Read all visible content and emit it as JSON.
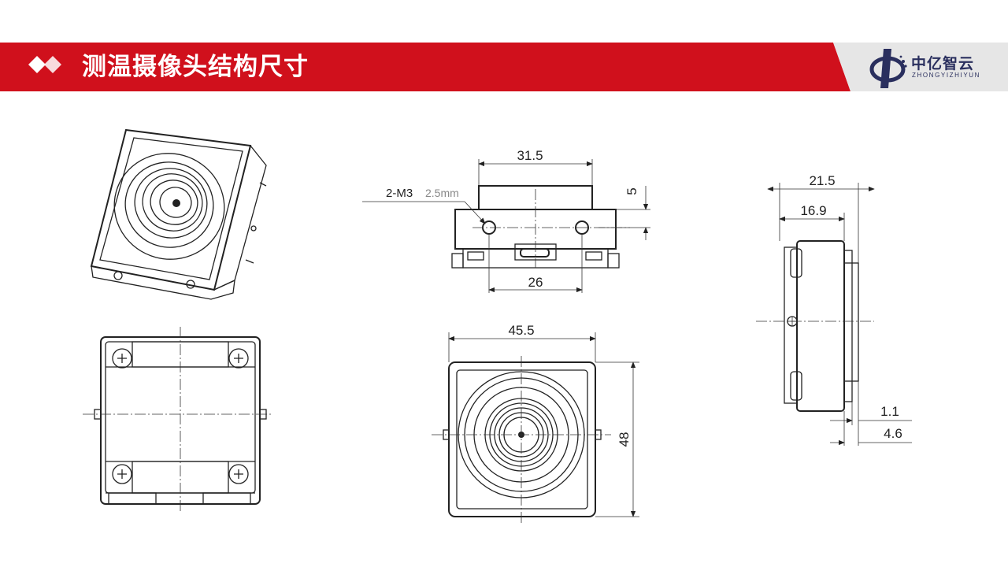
{
  "header": {
    "title": "测温摄像头结构尺寸",
    "accent_color": "#d0101c",
    "logo_area_color": "#e6e6e6",
    "logo": {
      "name_cn": "中亿智云",
      "name_en": "ZHONGYIZHIYUN",
      "color": "#2a2f5e"
    }
  },
  "drawing": {
    "front_view": {
      "top_width": "31.5",
      "hole_label": "2-M3",
      "hole_depth": "2.5mm",
      "height_offset": "5",
      "bottom_width": "26"
    },
    "side_view": {
      "total_width": "21.5",
      "body_width": "16.9",
      "small_offset": "1.1",
      "lens_offset": "4.6"
    },
    "top_view": {
      "width": "45.5",
      "height": "48"
    }
  }
}
